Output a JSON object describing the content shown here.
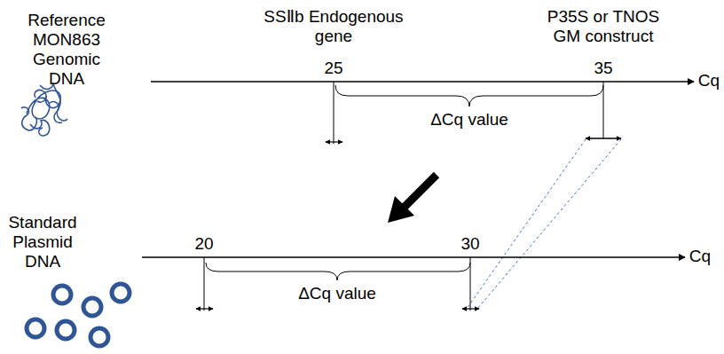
{
  "diagram": {
    "labels": [
      "Reference MON863 Genomic DNA",
      "SSⅡb Endogenous gene",
      "25",
      "P35S or TNOS GM construct",
      "35",
      "Cq",
      "ΔCq value",
      "Standard Plasmid DNA",
      "20",
      "30",
      "Cq",
      "ΔCq value"
    ]
  }
}
